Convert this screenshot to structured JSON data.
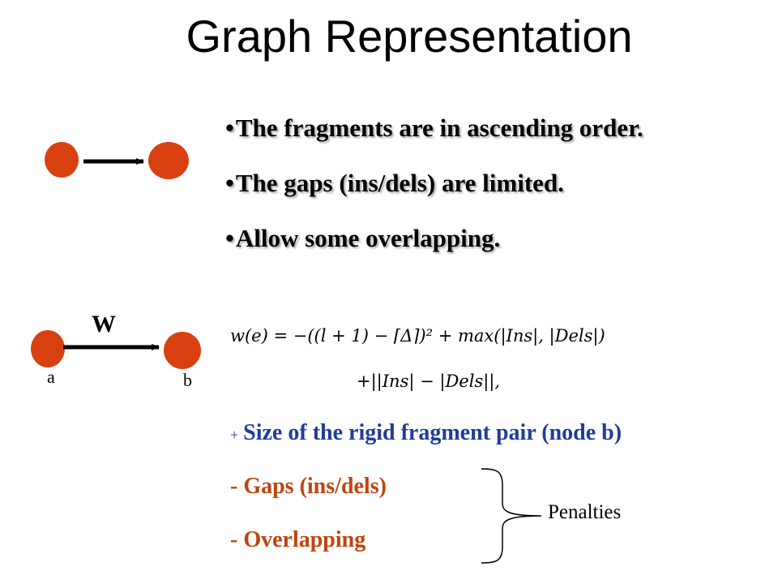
{
  "title": "Graph Representation",
  "bullets": [
    "The fragments are in ascending order.",
    "The gaps (ins/dels) are limited.",
    "Allow some overlapping."
  ],
  "bullet_symbol": "•",
  "formula": {
    "line1": "w(e) = −((l + 1) − ⌈Δ⌉)² + max(|Ins|, |Dels|)",
    "line2": "+||Ins| − |Dels||,"
  },
  "graph": {
    "edge_weight_label": "W",
    "node_a_label": "a",
    "node_b_label": "b"
  },
  "legend": {
    "plus_symbol": "+",
    "size_text": "Size of the rigid fragment pair (node b)",
    "gaps_text": "- Gaps (ins/dels)",
    "overlap_text": "- Overlapping",
    "penalties_label": "Penalties"
  },
  "colors": {
    "node_fill": "#d94010",
    "blue_text": "#1f3c99",
    "red_text": "#c0440f"
  }
}
